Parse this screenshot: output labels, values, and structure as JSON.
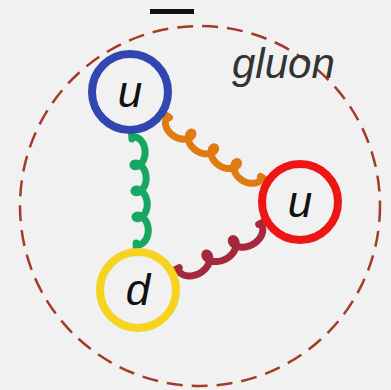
{
  "diagram": {
    "nodes": [
      {
        "text": [
          "u"
        ]
      },
      {
        "text": [
          "u"
        ]
      },
      {
        "text": [
          "d"
        ]
      }
    ],
    "edges": [
      {
        "from": 0,
        "to": 1,
        "arrow": "none"
      },
      {
        "from": 0,
        "to": 2,
        "arrow": "none"
      },
      {
        "from": 2,
        "to": 1,
        "arrow": "none"
      }
    ],
    "labels": [
      "gluon"
    ]
  }
}
